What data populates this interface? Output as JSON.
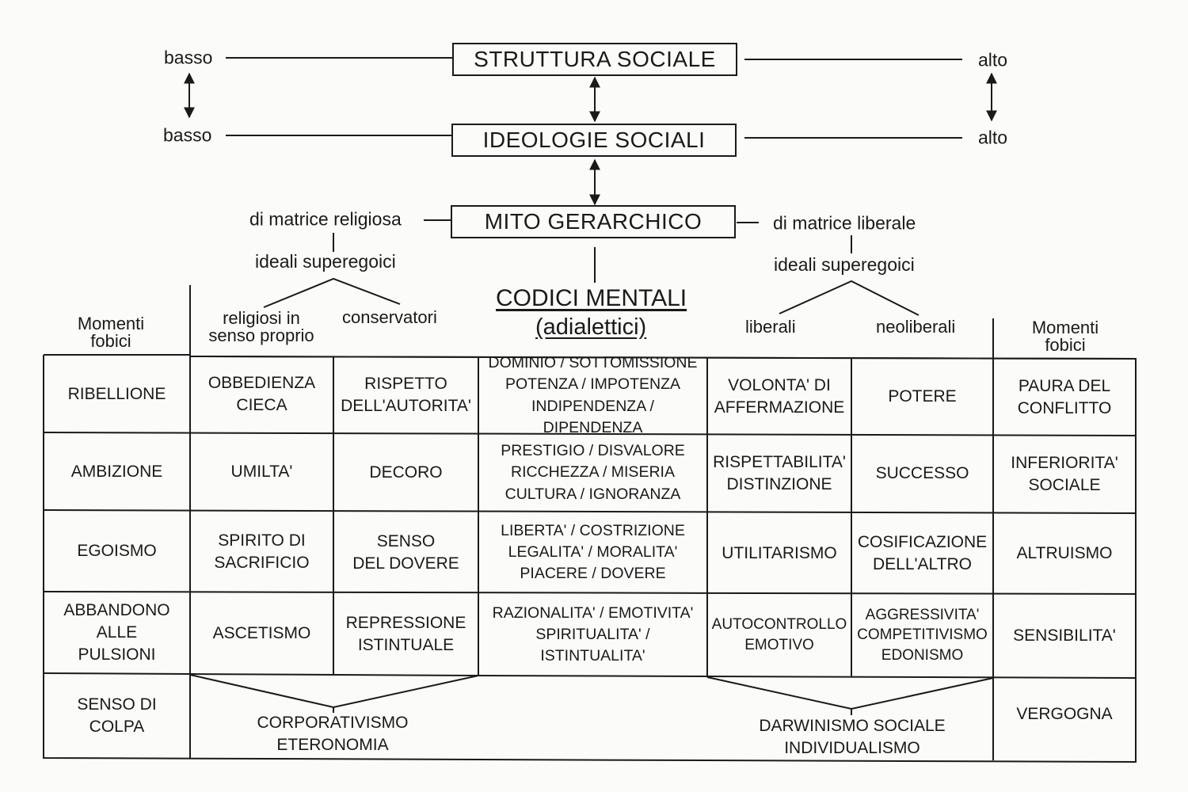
{
  "top": {
    "struttura": {
      "label": "STRUTTURA SOCIALE",
      "left": "basso",
      "right": "alto"
    },
    "ideologie": {
      "label": "IDEOLOGIE SOCIALI",
      "left": "basso",
      "right": "alto"
    },
    "mito": {
      "label": "MITO GERARCHICO",
      "left": "di matrice religiosa",
      "right": "di matrice liberale"
    }
  },
  "ideali_left": "ideali superegoici",
  "ideali_right": "ideali superegoici",
  "codici": {
    "title": "CODICI MENTALI",
    "subtitle": "(adialettici)"
  },
  "headers": {
    "momenti_left": "Momenti\nfobici",
    "momenti_right": "Momenti\nfobici",
    "religiosi": "religiosi in\nsenso proprio",
    "conservatori": "conservatori",
    "liberali": "liberali",
    "neoliberali": "neoliberali"
  },
  "rows": [
    {
      "momento_left": "RIBELLIONE",
      "religiosi": "OBBEDIENZA\nCIECA",
      "conservatori": "RISPETTO\nDELL'AUTORITA'",
      "codici": "DOMINIO / SOTTOMISSIONE\nPOTENZA / IMPOTENZA\nINDIPENDENZA / DIPENDENZA",
      "liberali": "VOLONTA' DI\nAFFERMAZIONE",
      "neoliberali": "POTERE",
      "momento_right": "PAURA DEL\nCONFLITTO"
    },
    {
      "momento_left": "AMBIZIONE",
      "religiosi": "UMILTA'",
      "conservatori": "DECORO",
      "codici": "PRESTIGIO / DISVALORE\nRICCHEZZA / MISERIA\nCULTURA / IGNORANZA",
      "liberali": "RISPETTABILITA'\nDISTINZIONE",
      "neoliberali": "SUCCESSO",
      "momento_right": "INFERIORITA'\nSOCIALE"
    },
    {
      "momento_left": "EGOISMO",
      "religiosi": "SPIRITO DI\nSACRIFICIO",
      "conservatori": "SENSO\nDEL DOVERE",
      "codici": "LIBERTA' / COSTRIZIONE\nLEGALITA' / MORALITA'\nPIACERE / DOVERE",
      "liberali": "UTILITARISMO",
      "neoliberali": "COSIFICAZIONE\nDELL'ALTRO",
      "momento_right": "ALTRUISMO"
    },
    {
      "momento_left": "ABBANDONO\nALLE\nPULSIONI",
      "religiosi": "ASCETISMO",
      "conservatori": "REPRESSIONE\nISTINTUALE",
      "codici": "RAZIONALITA' / EMOTIVITA'\nSPIRITUALITA' / ISTINTUALITA'",
      "liberali": "AUTOCONTROLLO\nEMOTIVO",
      "neoliberali": "AGGRESSIVITA'\nCOMPETITIVISMO\nEDONISMO",
      "momento_right": "SENSIBILITA'"
    }
  ],
  "last_row": {
    "momento_left": "SENSO DI\nCOLPA",
    "left_summary": "CORPORATIVISMO\nETERONOMIA",
    "right_summary": "DARWINISMO SOCIALE\nINDIVIDUALISMO",
    "momento_right": "VERGOGNA"
  }
}
